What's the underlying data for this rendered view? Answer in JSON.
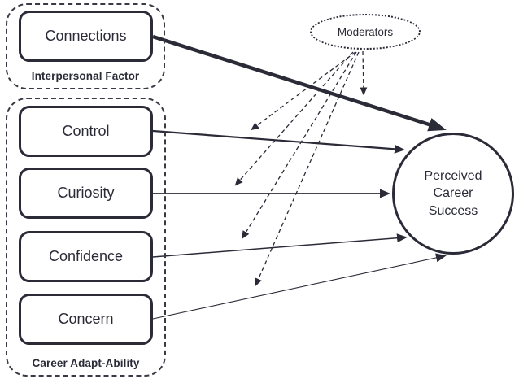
{
  "colors": {
    "ink": "#2b2b38",
    "background": "#ffffff"
  },
  "groups": {
    "interpersonal": {
      "label": "Interpersonal Factor"
    },
    "career": {
      "label": "Career Adapt-Ability"
    }
  },
  "nodes": {
    "connections": {
      "label": "Connections"
    },
    "control": {
      "label": "Control"
    },
    "curiosity": {
      "label": "Curiosity"
    },
    "confidence": {
      "label": "Confidence"
    },
    "concern": {
      "label": "Concern"
    },
    "moderators": {
      "label": "Moderators"
    },
    "outcome": {
      "label": "Perceived Career Success",
      "lines": [
        "Perceived",
        "Career",
        "Success"
      ]
    }
  },
  "edges": [
    {
      "from": "Connections",
      "to": "Perceived Career Success",
      "style": "solid",
      "weight": "thick"
    },
    {
      "from": "Control",
      "to": "Perceived Career Success",
      "style": "solid",
      "weight": "medium"
    },
    {
      "from": "Curiosity",
      "to": "Perceived Career Success",
      "style": "solid",
      "weight": "medium"
    },
    {
      "from": "Confidence",
      "to": "Perceived Career Success",
      "style": "solid",
      "weight": "thin"
    },
    {
      "from": "Concern",
      "to": "Perceived Career Success",
      "style": "solid",
      "weight": "thin"
    },
    {
      "from": "Moderators",
      "to": "path: Connections → Perceived Career Success",
      "style": "dashed"
    },
    {
      "from": "Moderators",
      "to": "path: Control → Perceived Career Success",
      "style": "dashed"
    },
    {
      "from": "Moderators",
      "to": "path: Curiosity → Perceived Career Success",
      "style": "dashed"
    },
    {
      "from": "Moderators",
      "to": "path: Confidence → Perceived Career Success",
      "style": "dashed"
    },
    {
      "from": "Moderators",
      "to": "path: Concern → Perceived Career Success",
      "style": "dashed"
    }
  ]
}
